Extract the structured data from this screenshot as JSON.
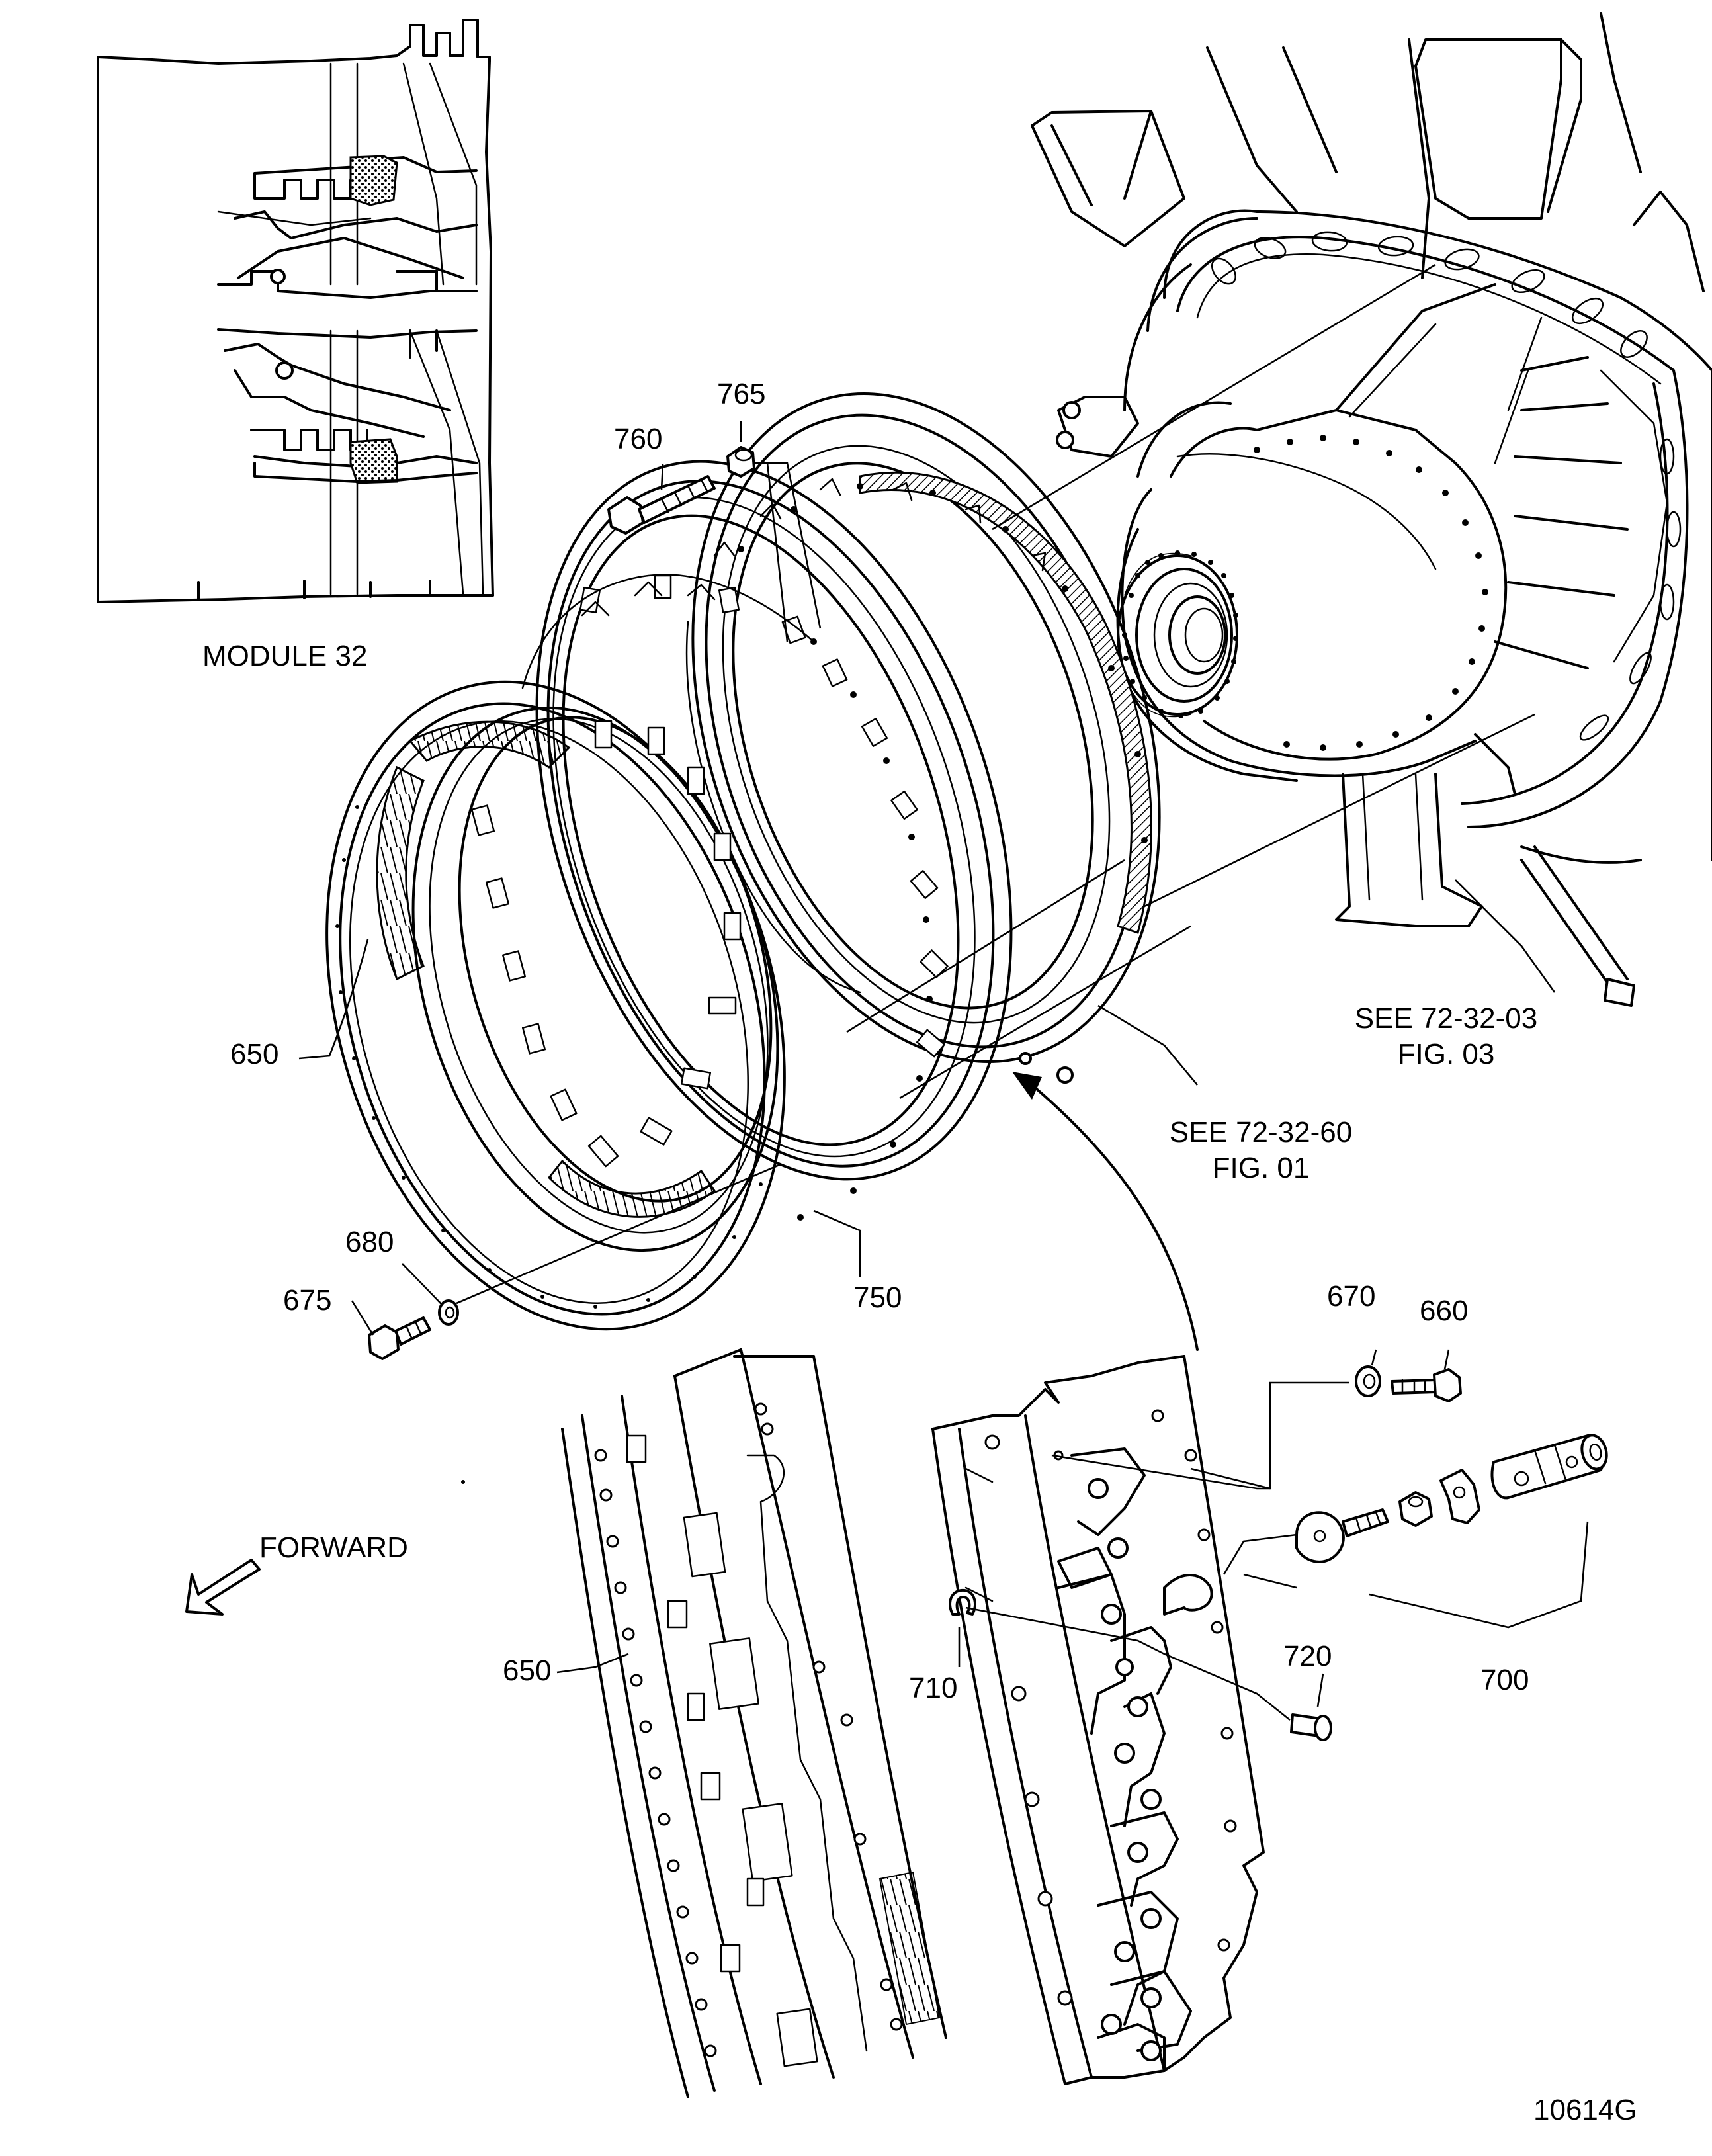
{
  "figure": {
    "inset_caption": "MODULE 32",
    "forward_label": "FORWARD",
    "drawing_number": "10614G"
  },
  "callouts": {
    "c760": "760",
    "c765": "765",
    "c650_upper": "650",
    "c680": "680",
    "c675": "675",
    "c750": "750",
    "c670": "670",
    "c660": "660",
    "c650_lower": "650",
    "c710": "710",
    "c720": "720",
    "c700": "700"
  },
  "references": {
    "see_1_line1": "SEE  72-32-03",
    "see_1_line2": "FIG. 03",
    "see_2_line1": "SEE  72-32-60",
    "see_2_line2": "FIG. 01"
  }
}
